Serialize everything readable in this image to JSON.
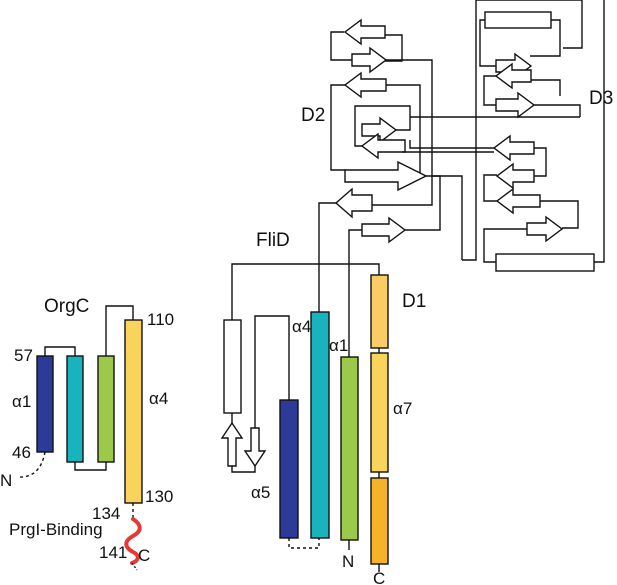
{
  "labels": {
    "orgc": "OrgC",
    "fliD": "FliD",
    "d1": "D1",
    "d2": "D2",
    "d3": "D3",
    "prgi_binding": "PrgI-Binding",
    "orgc_alpha1": "α1",
    "orgc_alpha4": "α4",
    "flid_alpha4": "α4",
    "flid_alpha1": "α1",
    "flid_alpha5": "α5",
    "flid_alpha7": "α7",
    "res_57": "57",
    "res_46": "46",
    "res_110": "110",
    "res_130": "130",
    "res_134": "134",
    "res_141": "141",
    "n_orgc": "N",
    "c_orgc": "C",
    "n_flid": "N",
    "c_flid": "C"
  },
  "colors": {
    "navy": "#2e3a97",
    "teal": "#19b3be",
    "green": "#9cc94a",
    "gold": "#f9d45d",
    "gold_light": "#f9cc66",
    "orange": "#f6b329",
    "prgi_red": "#e53935",
    "white": "#ffffff"
  }
}
